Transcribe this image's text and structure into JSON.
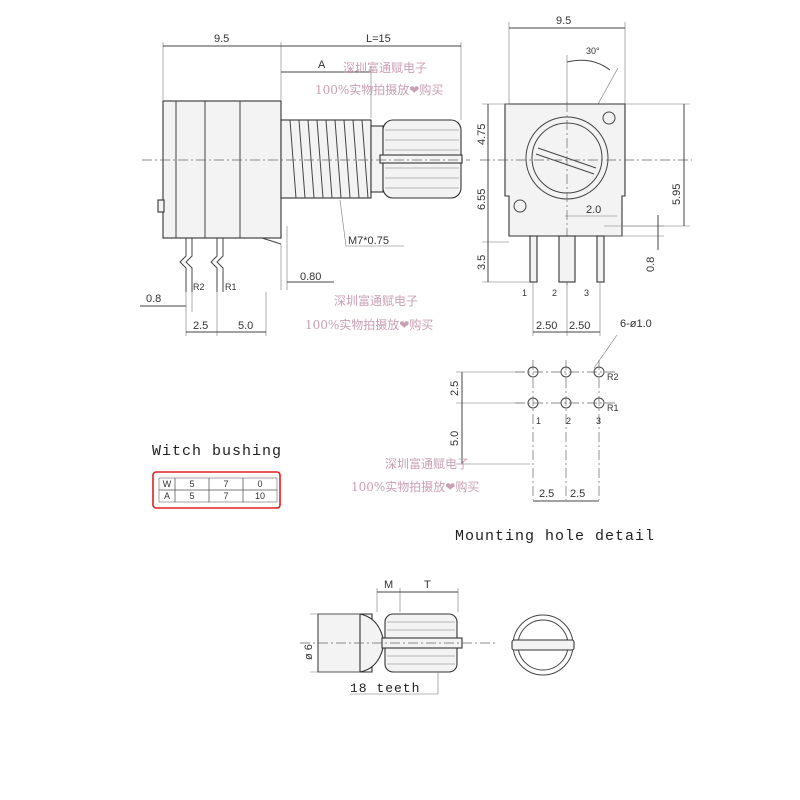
{
  "dims": {
    "left_width": "9.5",
    "length": "L=15",
    "a": "A",
    "right_width": "9.5",
    "angle": "30°",
    "h475": "4.75",
    "h655": "6.55",
    "h595": "5.95",
    "w20": "2.0",
    "h35": "3.5",
    "h08r": "0.8",
    "thread": "M7*0.75",
    "d080": "0.80",
    "d08": "0.8",
    "r2": "R2",
    "r1": "R1",
    "d25": "2.5",
    "d50": "5.0",
    "p1": "1",
    "p2": "2",
    "p3": "3",
    "s250a": "2.50",
    "s250b": "2.50",
    "holes": "6-ø1.0",
    "mh_r2": "R2",
    "mh_r1": "R1",
    "mh_25v": "2.5",
    "mh_50v": "5.0",
    "mh_1": "1",
    "mh_2": "2",
    "mh_3": "3",
    "mh_25a": "2.5",
    "mh_25b": "2.5",
    "m": "M",
    "t": "T",
    "d6": "ø 6",
    "teeth": "18 teeth"
  },
  "labels": {
    "bushing_title": "Witch bushing",
    "mounting_title": "Mounting hole detail"
  },
  "watermark": {
    "line1": "深圳富通赋电子",
    "line2": "100%实物拍摄放❤购买"
  },
  "bushing_table": {
    "rows": [
      [
        "W",
        "5",
        "7",
        "0"
      ],
      [
        "A",
        "5",
        "7",
        "10"
      ]
    ]
  },
  "colors": {
    "table_border": "#e02020",
    "watermark": "#c9a0b4",
    "heart": "#ff5c9a"
  }
}
